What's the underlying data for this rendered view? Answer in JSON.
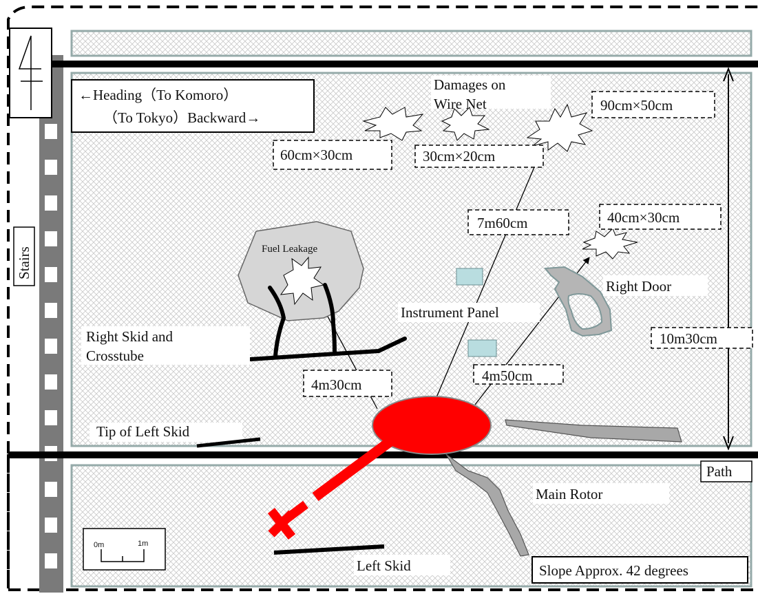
{
  "north_symbol": "N",
  "heading_forward": "←Heading（To Komoro）",
  "heading_backward": "（To Tokyo）Backward→",
  "stairs_label": "Stairs",
  "path_label": "Path",
  "damages_label_line1": "Damages on",
  "damages_label_line2": "Wire Net",
  "measurements": {
    "damage_90x50": "90cm×50cm",
    "damage_60x30": "60cm×30cm",
    "damage_30x20": "30cm×20cm",
    "damage_40x30": "40cm×30cm",
    "distance_7m60": "7m60cm",
    "distance_4m30": "4m30cm",
    "distance_4m50": "4m50cm",
    "net_height_10m30": "10m30cm"
  },
  "labels": {
    "fuel_leakage": "Fuel Leakage",
    "instrument_panel": "Instrument Panel",
    "right_door": "Right Door",
    "right_skid_line1": "Right Skid and",
    "right_skid_line2": "Crosstube",
    "tip_of_left_skid": "Tip of Left Skid",
    "main_rotor": "Main Rotor",
    "left_skid": "Left Skid",
    "slope": "Slope Approx. 42 degrees"
  },
  "scale_bar": {
    "start": "0m",
    "end": "1m"
  },
  "colors": {
    "fuselage": "#ff0000",
    "fuel_area": "#d6d6d6",
    "panel": "#b9dde0",
    "wreckage_gray": "#a8a8a8",
    "net_border": "#95aaa9",
    "ink": "#000000"
  }
}
